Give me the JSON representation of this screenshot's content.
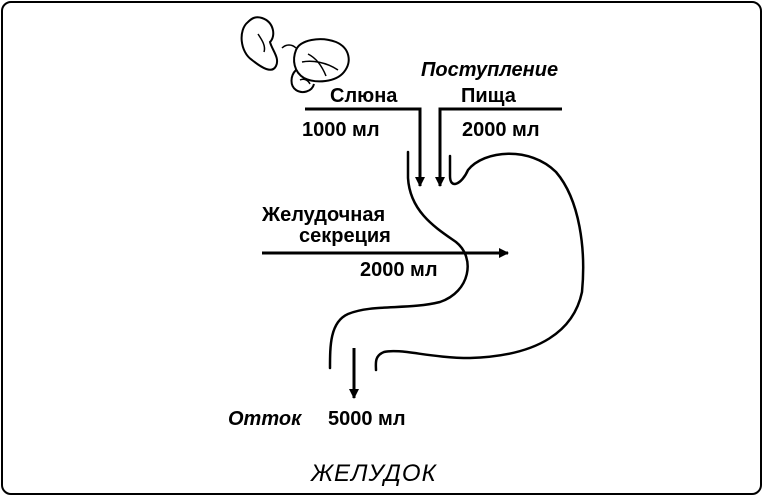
{
  "title": "ЖЕЛУДОК",
  "inflow_heading": "Поступление",
  "inputs": {
    "saliva": {
      "label": "Слюна",
      "volume": "1000 мл"
    },
    "food": {
      "label": "Пища",
      "volume": "2000 мл"
    },
    "gastric_secretion": {
      "label_line1": "Желудочная",
      "label_line2": "секреция",
      "volume": "2000 мл"
    }
  },
  "outflow": {
    "label": "Отток",
    "volume": "5000 мл"
  },
  "icons": [
    "salivary-glands-icon"
  ],
  "colors": {
    "ink": "#000000",
    "background": "#ffffff"
  }
}
